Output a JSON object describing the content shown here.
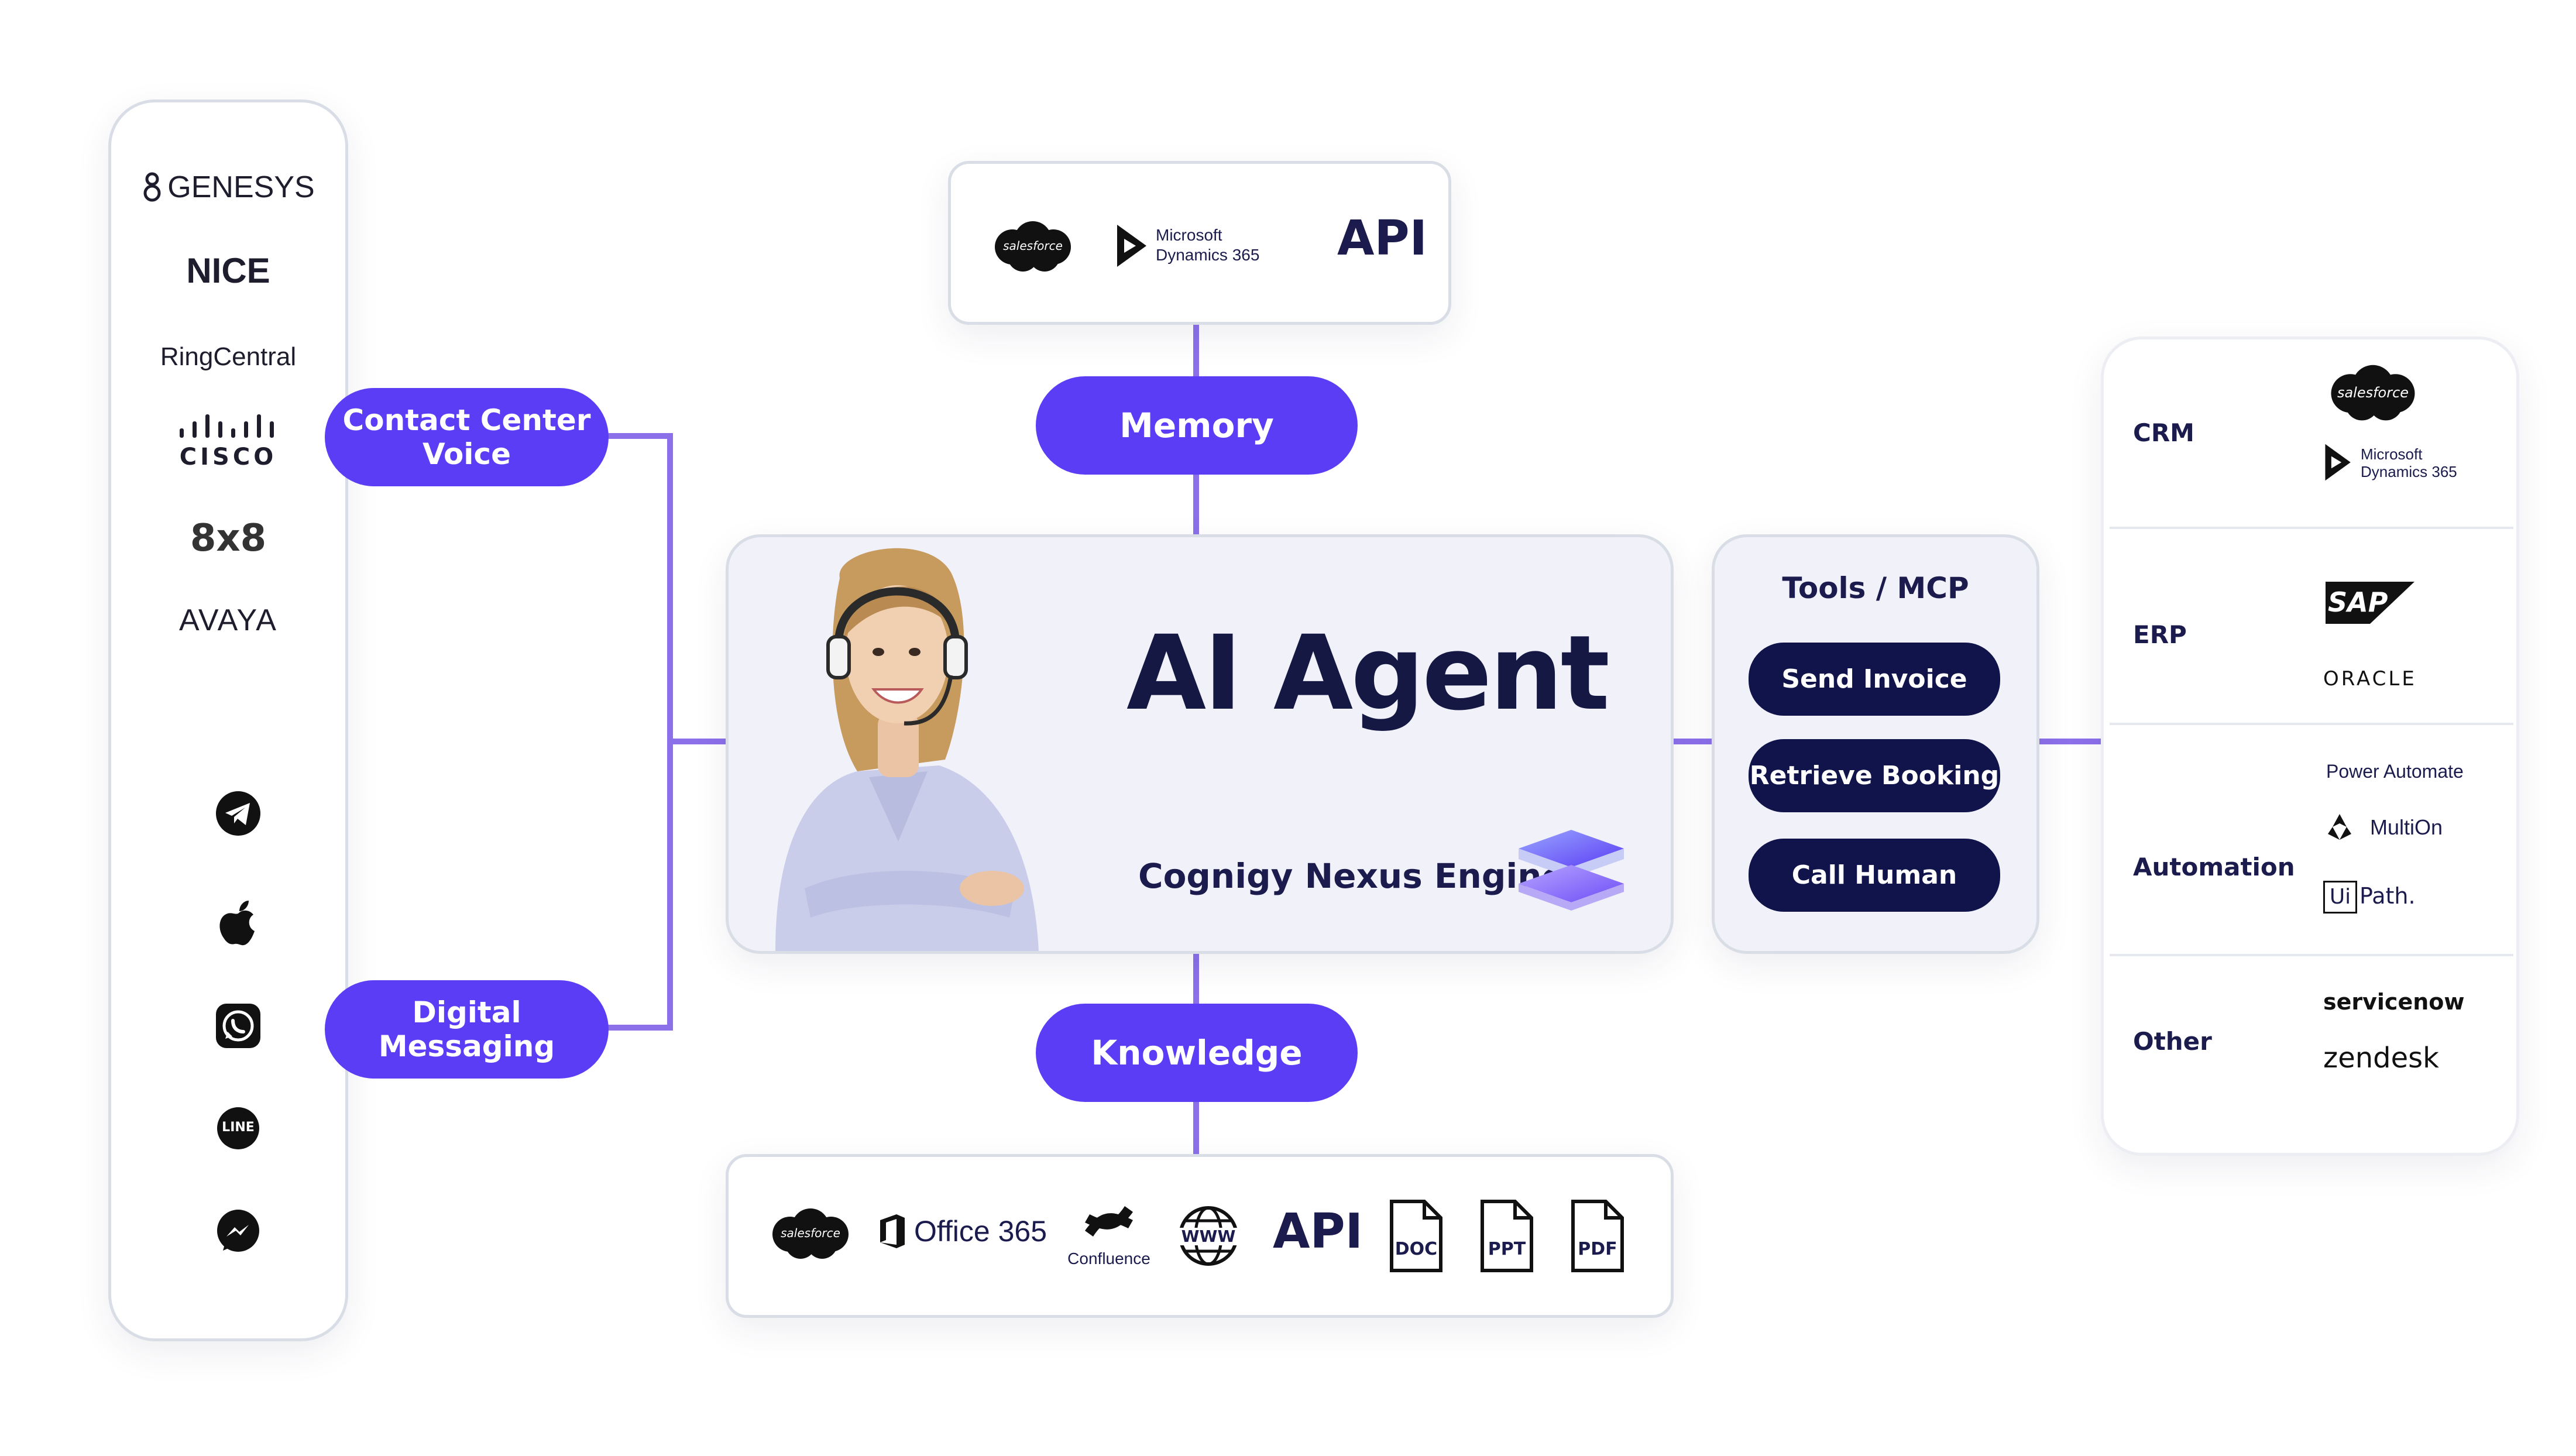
{
  "left_column": {
    "brands": [
      "GENESYS",
      "NICE",
      "RingCentral",
      "CISCO",
      "8x8",
      "AVAYA"
    ],
    "channel_icons": [
      "telegram-icon",
      "apple-icon",
      "whatsapp-icon",
      "line-icon",
      "messenger-icon"
    ],
    "line_badge": "LINE"
  },
  "channels": {
    "voice_line1": "Contact Center",
    "voice_line2": "Voice",
    "digital_line1": "Digital",
    "digital_line2": "Messaging"
  },
  "memory": {
    "label": "Memory",
    "sources": {
      "salesforce": "salesforce",
      "ms_line1": "Microsoft",
      "ms_line2": "Dynamics 365",
      "api": "API"
    }
  },
  "center": {
    "title": "AI Agent",
    "engine": "Cognigy Nexus Engine"
  },
  "knowledge": {
    "label": "Knowledge",
    "sources": {
      "salesforce": "salesforce",
      "office": "Office 365",
      "confluence": "Confluence",
      "www": "WWW",
      "api": "API",
      "doc": "DOC",
      "ppt": "PPT",
      "pdf": "PDF"
    }
  },
  "tools": {
    "title": "Tools / MCP",
    "buttons": [
      "Send Invoice",
      "Retrieve Booking",
      "Call Human"
    ]
  },
  "integrations": {
    "crm": {
      "label": "CRM",
      "salesforce": "salesforce",
      "ms_line1": "Microsoft",
      "ms_line2": "Dynamics 365"
    },
    "erp": {
      "label": "ERP",
      "sap": "SAP",
      "oracle": "ORACLE"
    },
    "automation": {
      "label": "Automation",
      "power": "Power Automate",
      "multion": "MultiOn",
      "uipath_a": "Ui",
      "uipath_b": "Path."
    },
    "other": {
      "label": "Other",
      "servicenow": "servicenow",
      "zendesk": "zendesk"
    }
  },
  "colors": {
    "accent": "#5b3df5",
    "navy": "#10144a",
    "connector": "#8b70ea",
    "panel_fill": "#f1f1fa"
  }
}
